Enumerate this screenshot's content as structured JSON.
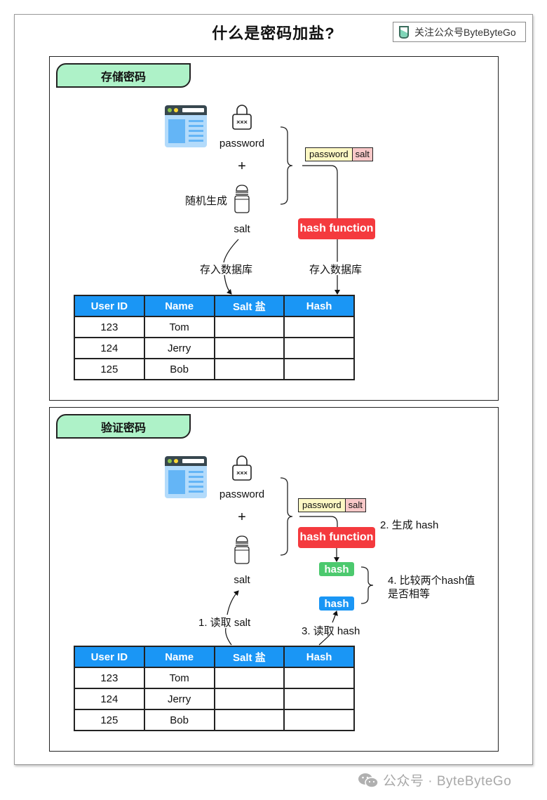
{
  "title": "什么是密码加盐?",
  "badge": {
    "icon": "bytebytego-logo-icon",
    "text": "关注公众号ByteByteGo"
  },
  "sections": [
    {
      "tag": "存储密码",
      "password_label": "password",
      "plus": "+",
      "random_label": "随机生成",
      "salt_label": "salt",
      "pair": {
        "password": "password",
        "salt": "salt"
      },
      "hash_function": "hash function",
      "store_left": "存入数据库",
      "store_right": "存入数据库",
      "table": {
        "headers": [
          "User ID",
          "Name",
          "Salt 盐",
          "Hash"
        ],
        "rows": [
          [
            "123",
            "Tom",
            "",
            ""
          ],
          [
            "124",
            "Jerry",
            "",
            ""
          ],
          [
            "125",
            "Bob",
            "",
            ""
          ]
        ]
      }
    },
    {
      "tag": "验证密码",
      "password_label": "password",
      "plus": "+",
      "salt_label": "salt",
      "pair": {
        "password": "password",
        "salt": "salt"
      },
      "hash_function": "hash function",
      "step2": "2. 生成 hash",
      "hash_generated": "hash",
      "hash_stored": "hash",
      "step4_line1": "4. 比较两个hash值",
      "step4_line2": "是否相等",
      "step1": "1. 读取 salt",
      "step3": "3. 读取 hash",
      "table": {
        "headers": [
          "User ID",
          "Name",
          "Salt 盐",
          "Hash"
        ],
        "rows": [
          [
            "123",
            "Tom",
            "",
            ""
          ],
          [
            "124",
            "Jerry",
            "",
            ""
          ],
          [
            "125",
            "Bob",
            "",
            ""
          ]
        ]
      }
    }
  ],
  "footer": {
    "icon": "wechat-icon",
    "text": "公众号 · ByteByteGo"
  }
}
